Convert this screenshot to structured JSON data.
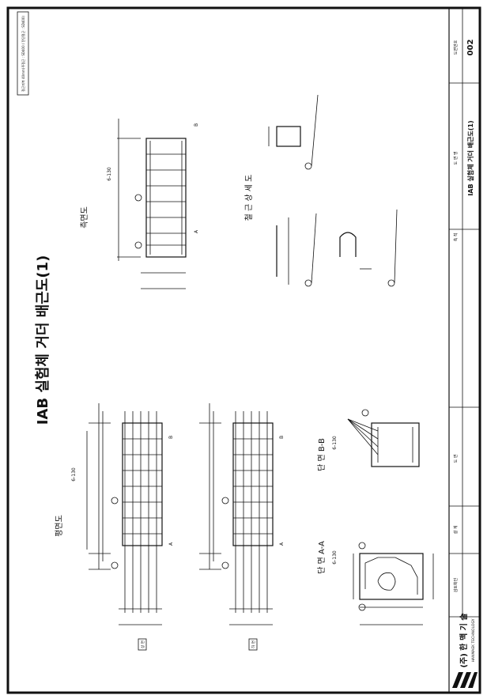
{
  "title": "IAB 실험체 거더 배근도(1)",
  "views": {
    "plan": "평면도",
    "side": "측면도",
    "rebar_detail": "철 근 상 세 도",
    "section_aa": "단 면 A-A",
    "section_bb": "단 면 B-B",
    "upper_label": "상 면",
    "lower_label": "하 면"
  },
  "annotations": {
    "spacing": "6-130",
    "cut_a": "A",
    "cut_b": "B"
  },
  "title_block": {
    "drawing_no": "002",
    "drawing_title": "IAB 실험체 거더 배근도(1)",
    "company": "(주) 한 맥 기 술",
    "company_sub": "HANMAEK TECHNOLOGY",
    "label_no": "도면번호",
    "label_name": "도 면 명",
    "label_scale": "축 척",
    "label_review": "도 면",
    "label_design": "설 계",
    "label_check": "검토확인"
  },
  "notes": "철근피복 40mm(주철근 : SD400 / 전단철근 : SD400)"
}
